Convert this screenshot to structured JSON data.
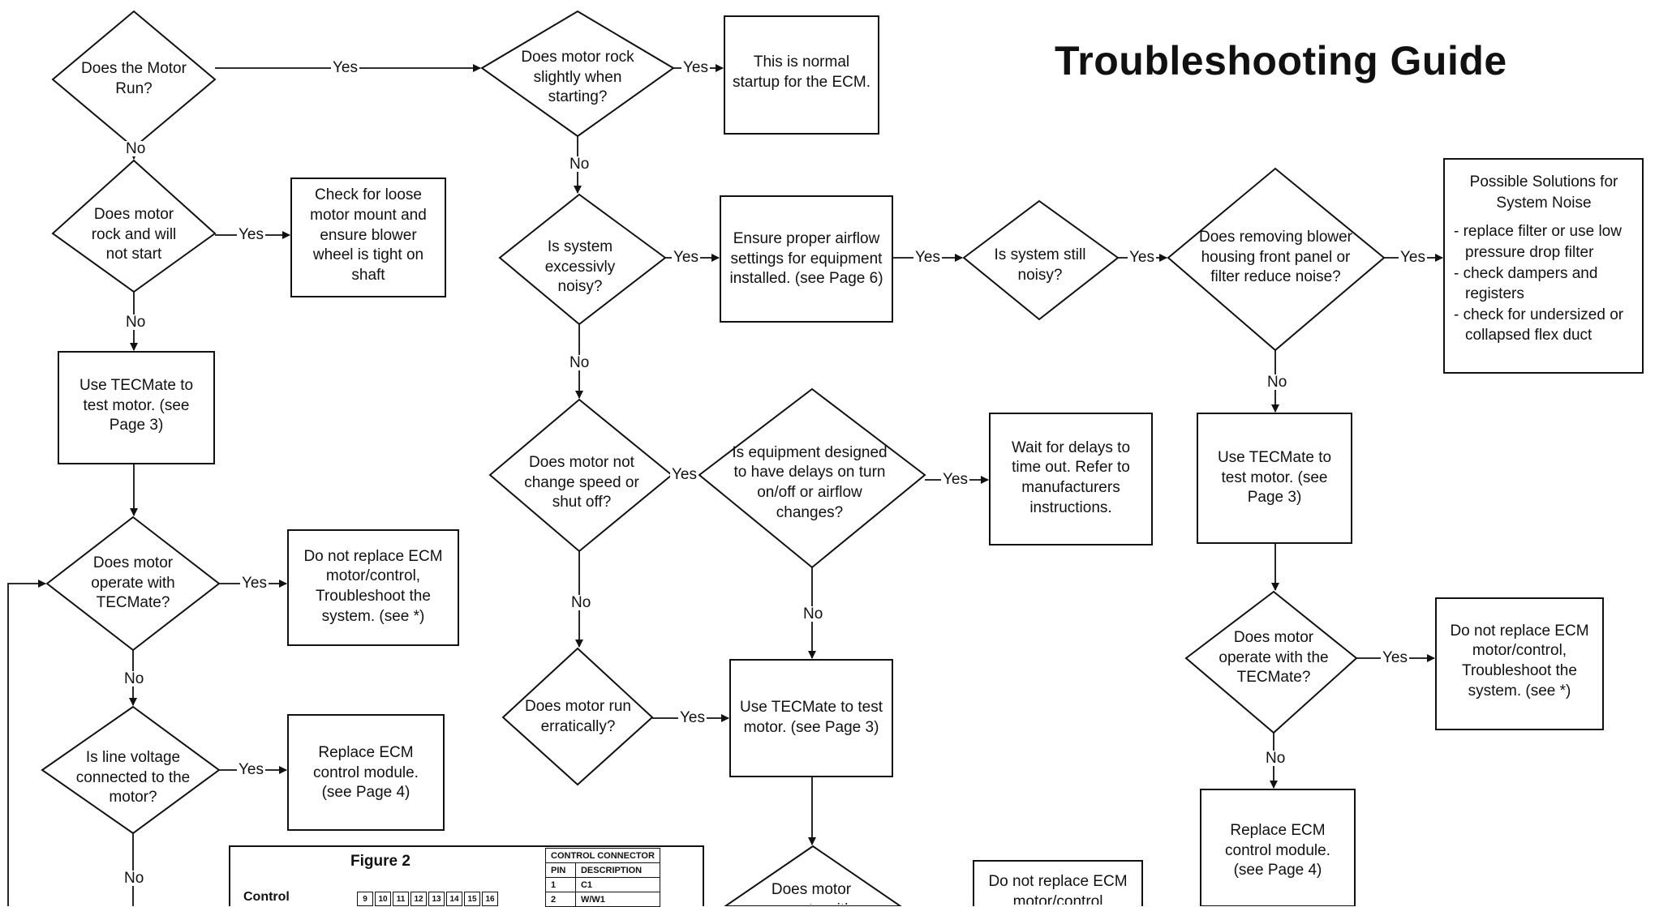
{
  "title": "Troubleshooting Guide",
  "nodes": {
    "q_motor_run": "Does the Motor Run?",
    "q_rock_slightly": "Does motor rock slightly when starting?",
    "normal_startup": "This is normal startup for the ECM.",
    "q_rock_not_start": "Does motor rock and will not start",
    "check_mount": "Check for loose motor mount and ensure blower wheel is tight on shaft",
    "q_noisy": "Is system excessivly noisy?",
    "ensure_airflow": "Ensure proper airflow settings for equipment installed. (see Page 6)",
    "q_still_noisy": "Is system still noisy?",
    "q_removing_housing": "Does removing blower housing front panel or filter reduce noise?",
    "use_tecmate_1": "Use TECMate to test motor. (see Page 3)",
    "q_not_change_speed": "Does motor not change speed or shut off?",
    "q_delays": "Is equipment designed to have delays on turn on/off or airflow changes?",
    "wait_delays": "Wait for delays to time out. Refer to manufacturers instructions.",
    "use_tecmate_right": "Use TECMate to test motor. (see Page 3)",
    "q_operate_tecmate_left": "Does motor operate with TECMate?",
    "do_not_replace_left": "Do not replace ECM motor/control, Troubleshoot the system. (see *)",
    "q_operate_tecmate_right": "Does motor operate with the TECMate?",
    "do_not_replace_right": "Do not replace ECM motor/control, Troubleshoot the system. (see *)",
    "q_run_erratically": "Does motor run erratically?",
    "use_tecmate_mid": "Use TECMate to test motor. (see Page 3)",
    "q_line_voltage": "Is line voltage connected to the motor?",
    "replace_ecm_left": "Replace ECM control module. (see Page 4)",
    "replace_ecm_right": "Replace ECM control module. (see Page 4)",
    "q_operate_bottom": "Does motor operate with",
    "do_not_replace_bottom": "Do not replace ECM motor/control"
  },
  "solutions": {
    "heading": "Possible Solutions for System Noise",
    "items": [
      "- replace filter or use low pressure drop filter",
      "- check dampers and registers",
      "- check for undersized or collapsed flex duct"
    ]
  },
  "edge_labels": {
    "yes": "Yes",
    "yes_arrow": "Yes ▸",
    "no": "No"
  },
  "figure2": {
    "title": "Figure 2",
    "label": "Control",
    "pins": [
      "9",
      "10",
      "11",
      "12",
      "13",
      "14",
      "15",
      "16"
    ],
    "table_header": "CONTROL CONNECTOR",
    "col_pin": "PIN",
    "col_desc": "DESCRIPTION",
    "rows": [
      {
        "pin": "1",
        "desc": "C1"
      },
      {
        "pin": "2",
        "desc": "W/W1"
      }
    ]
  }
}
